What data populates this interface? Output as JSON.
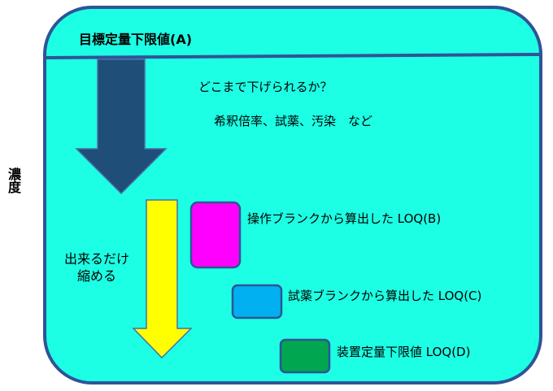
{
  "axis_label": "濃度",
  "target_label": "目標定量下限値(A)",
  "question": "どこまで下げられるか？",
  "factors": "希釈倍率、試薬、汚染　など",
  "shrink_label": {
    "line1": "出来るだけ",
    "line2": "縮める"
  },
  "loq_items": [
    {
      "label": "操作ブランクから算出した LOQ(B)",
      "color": "#ff00ff"
    },
    {
      "label": "試薬ブランクから算出した LOQ(C)",
      "color": "#00b0f0"
    },
    {
      "label": "装置定量下限値 LOQ(D)",
      "color": "#00a650"
    }
  ],
  "colors": {
    "background_panel": "#1dffe4",
    "panel_border": "#2f5496",
    "down_arrow_large": "#1f4e79",
    "down_arrow_small": "#ffff00",
    "box_border": "#2f5496"
  }
}
